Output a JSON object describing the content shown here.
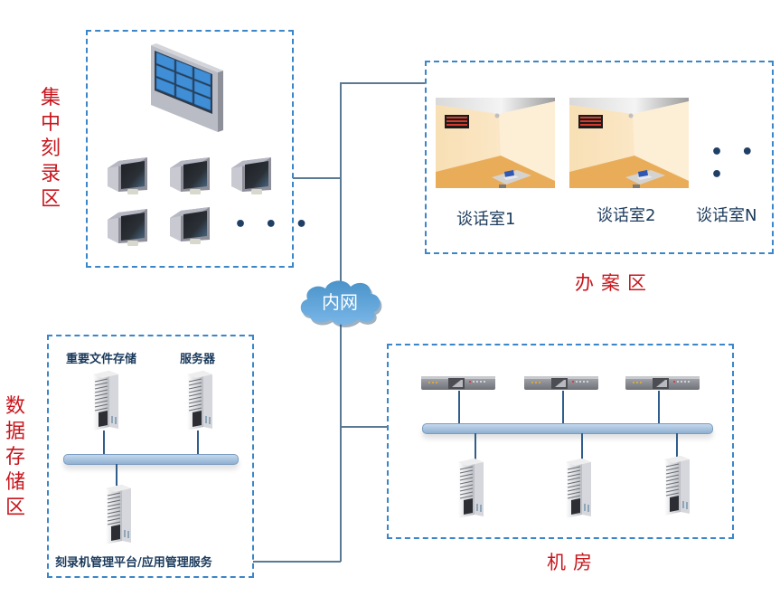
{
  "zones": {
    "recording": {
      "label_chars": [
        "集",
        "中",
        "刻",
        "录",
        "区"
      ],
      "ellipsis": "• • •"
    },
    "case_area": {
      "label": "办案区",
      "rooms": [
        "谈话室1",
        "谈话室2",
        "谈话室N"
      ],
      "ellipsis": "• • •"
    },
    "storage": {
      "label_chars": [
        "数",
        "据",
        "存",
        "储",
        "区"
      ],
      "file_storage_label": "重要文件存储",
      "server_label": "服务器",
      "platform_label": "刻录机管理平台/应用管理服务"
    },
    "machine_room": {
      "label": "机房"
    }
  },
  "network": {
    "cloud_label": "内网"
  },
  "colors": {
    "zone_border": "#3a86c8",
    "zone_label": "#c8161d",
    "link_line": "#5a7a94",
    "cloud": "#5b9fd6",
    "bus": "#a9c4e0"
  }
}
